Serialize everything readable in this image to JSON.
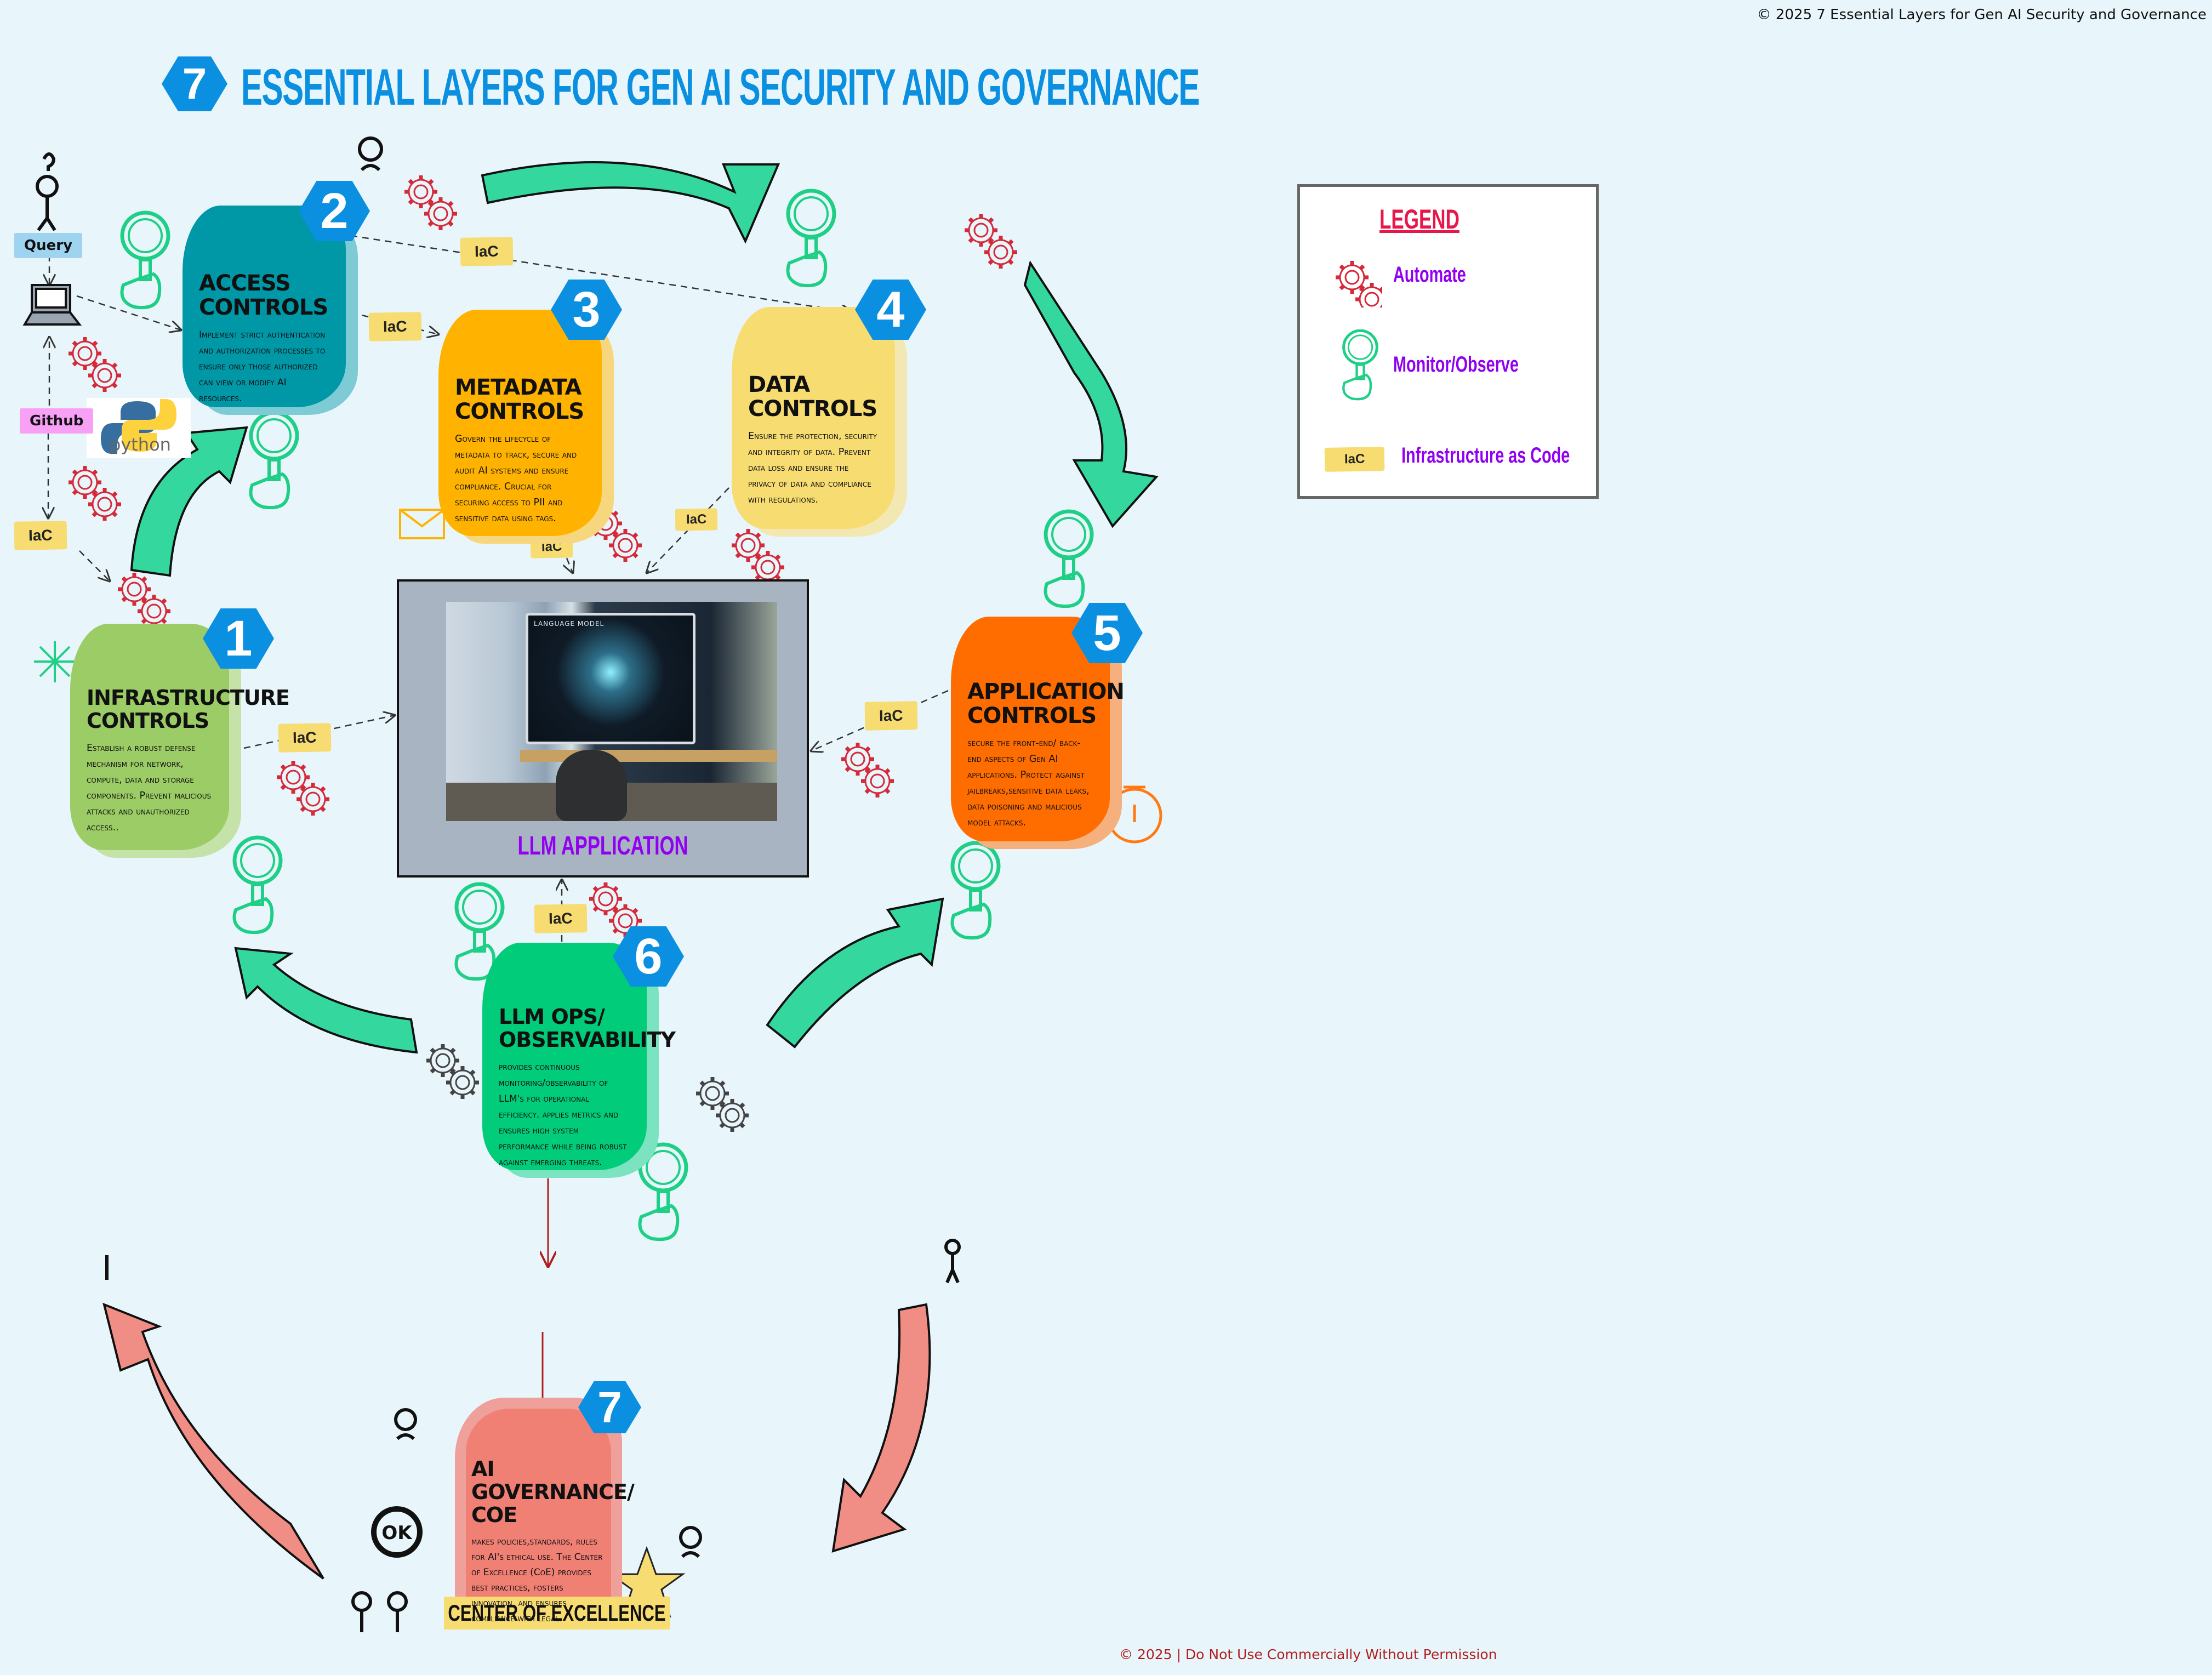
{
  "header": {
    "title_number": "7",
    "title": "ESSENTIAL LAYERS FOR GEN AI SECURITY AND GOVERNANCE",
    "top_copyright": "© 2025 7 Essential Layers  for Gen AI Security and Governance"
  },
  "footer": {
    "copyright": "© 2025 | Do Not Use Commercially Without Permission"
  },
  "layers": [
    {
      "number": "1",
      "title_line1": "Infrastructure",
      "title_line2": "Controls",
      "description": "Establish a robust defense mechanism for network, compute, data and storage components. Prevent malicious attacks and unauthorized access..",
      "color": "#9ccc65"
    },
    {
      "number": "2",
      "title_line1": "Access",
      "title_line2": "Controls",
      "description": "Implement strict authentication and authorization processes to ensure only those authorized can view or modify AI resources.",
      "color": "#0097a7"
    },
    {
      "number": "3",
      "title_line1": "Metadata",
      "title_line2": "Controls",
      "description": "Govern the lifecycle of metadata to track, secure and audit AI systems and ensure compliance. Crucial for securing access to PII and sensitive data using tags.",
      "color": "#ffb300"
    },
    {
      "number": "4",
      "title_line1": "Data",
      "title_line2": "Controls",
      "description": "Ensure the protection, security and integrity of data. Prevent data loss and ensure the privacy of data and compliance with regulations.",
      "color": "#f7dc72"
    },
    {
      "number": "5",
      "title_line1": "Application",
      "title_line2": "Controls",
      "description": "secure the front-end/ back-end aspects of Gen AI applications. Protect against jailbreaks,sensitive data leaks, data poisoning and malicious model attacks.",
      "color": "#ff6d00"
    },
    {
      "number": "6",
      "title_line1": "LLM Ops/",
      "title_line2": "Observability",
      "description": "provides continuous monitoring/observability of LLM's for operational efficiency. applies metrics and ensures high system performance while being robust against emerging threats.",
      "color": "#00cc7a"
    },
    {
      "number": "7",
      "title_line1": "AI Governance/",
      "title_line2": "COE",
      "description": "makes policies,standards, rules for AI's ethical use. The Center of Excellence (CoE) provides best practices, fosters innovation, and ensures compliance with legal.",
      "color": "#f07f74"
    }
  ],
  "center": {
    "label": "LLM APPLICATION",
    "screen_caption": "LANGUAGE MODEL"
  },
  "coe_banner": "CENTER OF EXCELLENCE",
  "pipeline": {
    "query_label": "Query",
    "github_label": "Github",
    "python_label": "python",
    "iac_label": "IaC"
  },
  "iac_tags": [
    "IaC",
    "IaC",
    "IaC",
    "IaC",
    "IaC",
    "IaC",
    "IaC",
    "IaC"
  ],
  "legend": {
    "title": "LEGEND",
    "items": [
      {
        "icon": "gears-icon",
        "label": "Automate"
      },
      {
        "icon": "magnifier-hand-icon",
        "label": "Monitor/Observe"
      },
      {
        "icon": "iac-tag",
        "tag": "IaC",
        "label": "Infrastructure as Code"
      }
    ]
  },
  "colors": {
    "background": "#e8f6fb",
    "badge_blue": "#0b8fe0",
    "arrow_green": "#34d89f",
    "arrow_red": "#f08d84",
    "legend_title": "#e8174b",
    "legend_labels": "#9100f0",
    "gear_red": "#d42a3a",
    "monitor_green": "#1fcf86"
  }
}
